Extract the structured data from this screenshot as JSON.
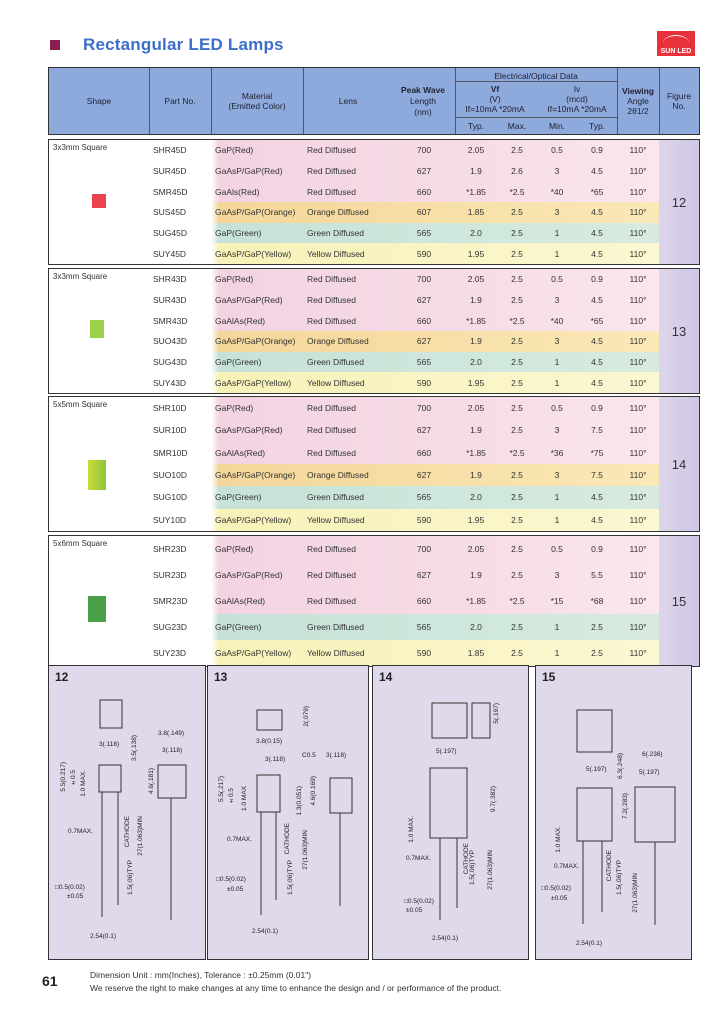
{
  "title": "Rectangular LED Lamps",
  "logo_text": "SUN LED",
  "colors": {
    "header": "#8ea9dc",
    "title": "#3d6fc9",
    "red_row": "#f3d3e2",
    "orange_row": "#f4d69a",
    "green_row": "#c6e1d6",
    "yellow_row": "#f7f2b8",
    "figure_col": "#ddd6ea"
  },
  "header": {
    "shape": "Shape",
    "part_no": "Part No.",
    "material": "Material",
    "material2": "(Emitted Color)",
    "lens": "Lens",
    "peak1": "Peak Wave",
    "peak2": "Length",
    "peak3": "(nm)",
    "electrical": "Electrical/Optical Data",
    "vf1": "Vf",
    "vf2": "(V)",
    "vf3": "If=10mA *20mA",
    "iv1": "Iv",
    "iv2": "(mcd)",
    "iv3": "If=10mA *20mA",
    "typ": "Typ.",
    "max": "Max.",
    "min": "Min.",
    "typ2": "Typ.",
    "view1": "Viewing",
    "view2": "Angle",
    "view3": "2θ1/2",
    "fig1": "Figure",
    "fig2": "No."
  },
  "groups": [
    {
      "shape": "3x3mm Square",
      "figure": "12",
      "rows": [
        {
          "color": "red",
          "part": "SHR45D",
          "material": "GaP(Red)",
          "lens": "Red Diffused",
          "peak": "700",
          "vf_typ": "2.05",
          "vf_max": "2.5",
          "iv_min": "0.5",
          "iv_typ": "0.9",
          "angle": "110°"
        },
        {
          "color": "red",
          "part": "SUR45D",
          "material": "GaAsP/GaP(Red)",
          "lens": "Red Diffused",
          "peak": "627",
          "vf_typ": "1.9",
          "vf_max": "2.6",
          "iv_min": "3",
          "iv_typ": "4.5",
          "angle": "110°"
        },
        {
          "color": "red",
          "part": "SMR45D",
          "material": "GaAls(Red)",
          "lens": "Red Diffused",
          "peak": "660",
          "vf_typ": "*1.85",
          "vf_max": "*2.5",
          "iv_min": "*40",
          "iv_typ": "*65",
          "angle": "110°"
        },
        {
          "color": "orange",
          "part": "SUS45D",
          "material": "GaAsP/GaP(Orange)",
          "lens": "Orange Diffused",
          "peak": "607",
          "vf_typ": "1.85",
          "vf_max": "2.5",
          "iv_min": "3",
          "iv_typ": "4.5",
          "angle": "110°"
        },
        {
          "color": "green",
          "part": "SUG45D",
          "material": "GaP(Green)",
          "lens": "Green Diffused",
          "peak": "565",
          "vf_typ": "2.0",
          "vf_max": "2.5",
          "iv_min": "1",
          "iv_typ": "4.5",
          "angle": "110°"
        },
        {
          "color": "yellow",
          "part": "SUY45D",
          "material": "GaAsP/GaP(Yellow)",
          "lens": "Yellow Diffused",
          "peak": "590",
          "vf_typ": "1.95",
          "vf_max": "2.5",
          "iv_min": "1",
          "iv_typ": "4.5",
          "angle": "110°"
        }
      ]
    },
    {
      "shape": "3x3mm Square",
      "figure": "13",
      "rows": [
        {
          "color": "red",
          "part": "SHR43D",
          "material": "GaP(Red)",
          "lens": "Red Diffused",
          "peak": "700",
          "vf_typ": "2.05",
          "vf_max": "2.5",
          "iv_min": "0.5",
          "iv_typ": "0.9",
          "angle": "110°"
        },
        {
          "color": "red",
          "part": "SUR43D",
          "material": "GaAsP/GaP(Red)",
          "lens": "Red Diffused",
          "peak": "627",
          "vf_typ": "1.9",
          "vf_max": "2.5",
          "iv_min": "3",
          "iv_typ": "4.5",
          "angle": "110°"
        },
        {
          "color": "red",
          "part": "SMR43D",
          "material": "GaAlAs(Red)",
          "lens": "Red Diffused",
          "peak": "660",
          "vf_typ": "*1.85",
          "vf_max": "*2.5",
          "iv_min": "*40",
          "iv_typ": "*65",
          "angle": "110°"
        },
        {
          "color": "orange",
          "part": "SUO43D",
          "material": "GaAsP/GaP(Orange)",
          "lens": "Orange Diffused",
          "peak": "627",
          "vf_typ": "1.9",
          "vf_max": "2.5",
          "iv_min": "3",
          "iv_typ": "4.5",
          "angle": "110°"
        },
        {
          "color": "green",
          "part": "SUG43D",
          "material": "GaP(Green)",
          "lens": "Green Diffused",
          "peak": "565",
          "vf_typ": "2.0",
          "vf_max": "2.5",
          "iv_min": "1",
          "iv_typ": "4.5",
          "angle": "110°"
        },
        {
          "color": "yellow",
          "part": "SUY43D",
          "material": "GaAsP/GaP(Yellow)",
          "lens": "Yellow Diffused",
          "peak": "590",
          "vf_typ": "1.95",
          "vf_max": "2.5",
          "iv_min": "1",
          "iv_typ": "4.5",
          "angle": "110°"
        }
      ]
    },
    {
      "shape": "5x5mm Square",
      "figure": "14",
      "rows": [
        {
          "color": "red",
          "part": "SHR10D",
          "material": "GaP(Red)",
          "lens": "Red Diffused",
          "peak": "700",
          "vf_typ": "2.05",
          "vf_max": "2.5",
          "iv_min": "0.5",
          "iv_typ": "0.9",
          "angle": "110°"
        },
        {
          "color": "red",
          "part": "SUR10D",
          "material": "GaAsP/GaP(Red)",
          "lens": "Red Diffused",
          "peak": "627",
          "vf_typ": "1.9",
          "vf_max": "2.5",
          "iv_min": "3",
          "iv_typ": "7.5",
          "angle": "110°"
        },
        {
          "color": "red",
          "part": "SMR10D",
          "material": "GaAlAs(Red)",
          "lens": "Red Diffused",
          "peak": "660",
          "vf_typ": "*1.85",
          "vf_max": "*2.5",
          "iv_min": "*36",
          "iv_typ": "*75",
          "angle": "110°"
        },
        {
          "color": "orange",
          "part": "SUO10D",
          "material": "GaAsP/GaP(Orange)",
          "lens": "Orange Diffused",
          "peak": "627",
          "vf_typ": "1.9",
          "vf_max": "2.5",
          "iv_min": "3",
          "iv_typ": "7.5",
          "angle": "110°"
        },
        {
          "color": "green",
          "part": "SUG10D",
          "material": "GaP(Green)",
          "lens": "Green Diffused",
          "peak": "565",
          "vf_typ": "2.0",
          "vf_max": "2.5",
          "iv_min": "1",
          "iv_typ": "4.5",
          "angle": "110°"
        },
        {
          "color": "yellow",
          "part": "SUY10D",
          "material": "GaAsP/GaP(Yellow)",
          "lens": "Yellow Diffused",
          "peak": "590",
          "vf_typ": "1.95",
          "vf_max": "2.5",
          "iv_min": "1",
          "iv_typ": "4.5",
          "angle": "110°"
        }
      ]
    },
    {
      "shape": "5x6mm Square",
      "figure": "15",
      "rows": [
        {
          "color": "red",
          "part": "SHR23D",
          "material": "GaP(Red)",
          "lens": "Red Diffused",
          "peak": "700",
          "vf_typ": "2.05",
          "vf_max": "2.5",
          "iv_min": "0.5",
          "iv_typ": "0.9",
          "angle": "110°"
        },
        {
          "color": "red",
          "part": "SUR23D",
          "material": "GaAsP/GaP(Red)",
          "lens": "Red Diffused",
          "peak": "627",
          "vf_typ": "1.9",
          "vf_max": "2.5",
          "iv_min": "3",
          "iv_typ": "5.5",
          "angle": "110°"
        },
        {
          "color": "red",
          "part": "SMR23D",
          "material": "GaAlAs(Red)",
          "lens": "Red Diffused",
          "peak": "660",
          "vf_typ": "*1.85",
          "vf_max": "*2.5",
          "iv_min": "*15",
          "iv_typ": "*68",
          "angle": "110°"
        },
        {
          "color": "green",
          "part": "SUG23D",
          "material": "GaP(Green)",
          "lens": "Green Diffused",
          "peak": "565",
          "vf_typ": "2.0",
          "vf_max": "2.5",
          "iv_min": "1",
          "iv_typ": "2.5",
          "angle": "110°"
        },
        {
          "color": "yellow",
          "part": "SUY23D",
          "material": "GaAsP/GaP(Yellow)",
          "lens": "Yellow Diffused",
          "peak": "590",
          "vf_typ": "1.85",
          "vf_max": "2.5",
          "iv_min": "1",
          "iv_typ": "2.5",
          "angle": "110°"
        }
      ]
    }
  ],
  "figures": [
    {
      "number": "12",
      "labels": [
        "3(.118)",
        "3.5(.138)",
        "3.8(.149)",
        "3(.118)",
        "5.5(0.217)",
        "±0.5",
        "1.0 MAX.",
        "4.6(.181)",
        "0.7MAX.",
        "CATHODE",
        "27(1.063)MIN",
        "1.5(.06)TYP",
        "□0.5(0.02)",
        "±0.05",
        "2.54(0.1)"
      ]
    },
    {
      "number": "13",
      "labels": [
        "2(.079)",
        "3.8(0.15)",
        "3(.118)",
        "C0.5",
        "3(.118)",
        "5.5(.217)",
        "±0.5",
        "1.0 MAX",
        "1.3(0.051)",
        "4.6(0.169)",
        "0.7MAX.",
        "CATHODE",
        "27(1.063)MIN",
        "1.5(.06)TYP",
        "□0.5(0.02)",
        "±0.05",
        "2.54(0.1)"
      ]
    },
    {
      "number": "14",
      "labels": [
        "5(.197)",
        "5(.197)",
        "9.7(.382)",
        "1.0 MAX.",
        "0.7MAX.",
        "CATHODE",
        "1.5(.06)TYP",
        "27(1.063)MIN",
        "□0.5(0.02)",
        "±0.05",
        "2.54(0.1)"
      ]
    },
    {
      "number": "15",
      "labels": [
        "6(.236)",
        "5(.197)",
        "5(.197)",
        "6.3(.248)",
        "7.2(.283)",
        "1.0 MAX.",
        "0.7MAX.",
        "CATHODE",
        "1.5(.06)TYP",
        "27(1.063)MIN",
        "□0.5(0.02)",
        "±0.05",
        "2.54(0.1)"
      ]
    }
  ],
  "footer": {
    "page_number": "61",
    "dimension_note": "Dimension Unit : mm(Inches), Tolerance : ±0.25mm (0.01\")",
    "disclaimer": "We reserve the right to make changes at any time to enhance the design and / or performance of the product."
  }
}
